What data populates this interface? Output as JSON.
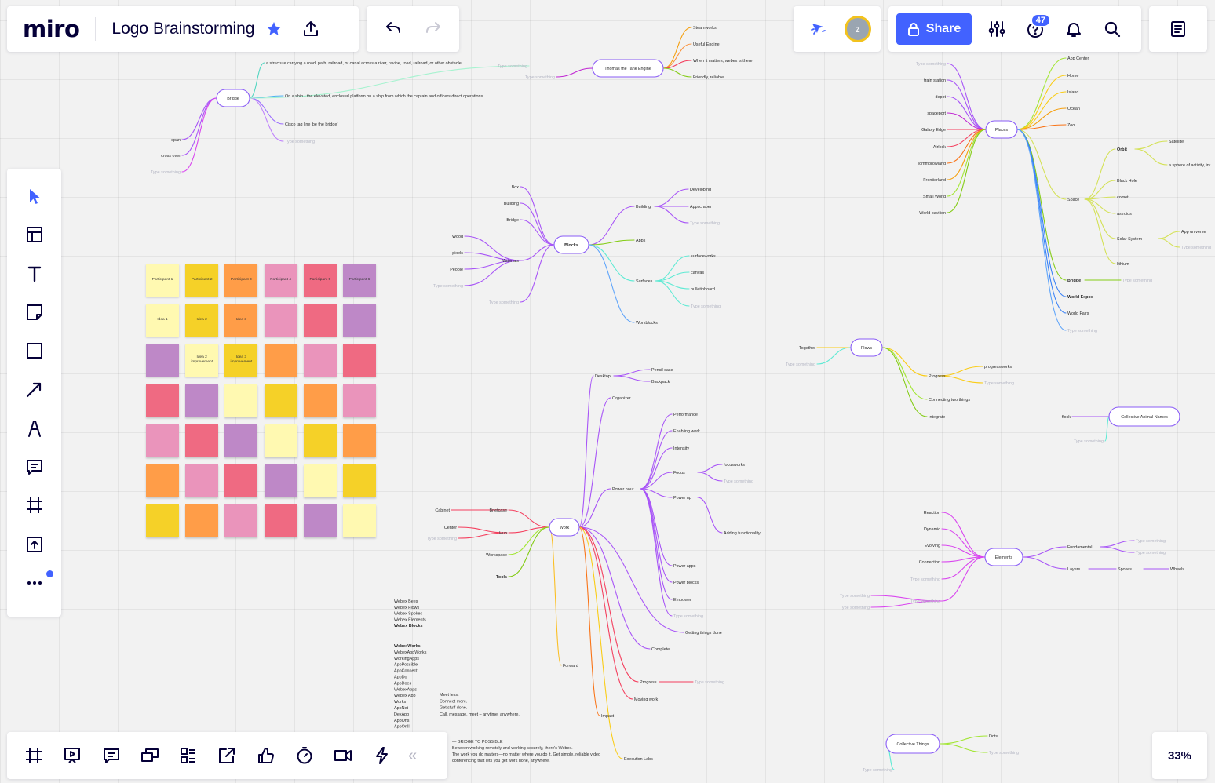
{
  "app": {
    "logo": "miro",
    "board_title": "Logo Brainstorming",
    "share_label": "Share",
    "help_badge": "47",
    "avatar_initial": "z",
    "zoom": "33%",
    "collapse_label": "«"
  },
  "colors": {
    "accent": "#4262ff",
    "avatar_ring": "#f2c21d"
  },
  "top_icons": [
    "star-icon",
    "upload-icon",
    "undo-icon",
    "redo-icon",
    "reactions-icon",
    "settings-sliders-icon",
    "help-icon",
    "bell-icon",
    "search-icon",
    "notes-icon"
  ],
  "left_toolbar": [
    "select-cursor-icon",
    "templates-icon",
    "text-icon",
    "sticky-note-icon",
    "shape-icon",
    "line-icon",
    "pen-icon",
    "comment-icon",
    "frame-icon",
    "upload-tool-icon",
    "more-icon"
  ],
  "bottom_toolbar": [
    "frames-icon",
    "presentation-icon",
    "comments-icon",
    "screen-share-icon",
    "card-list-icon",
    "share-out-icon",
    "voting-icon",
    "timer-icon",
    "video-icon",
    "lightning-icon"
  ],
  "stickies": {
    "colors": [
      "#fff9b1",
      "#f5d128",
      "#ff9d48",
      "#ea94bb",
      "#ef6a82",
      "#be88c7"
    ],
    "rows": [
      [
        {
          "c": 0,
          "t": "Participant 1"
        },
        {
          "c": 1,
          "t": "Participant 2"
        },
        {
          "c": 2,
          "t": "Participant 3"
        },
        {
          "c": 3,
          "t": "Participant 4"
        },
        {
          "c": 4,
          "t": "Participant 5"
        },
        {
          "c": 5,
          "t": "Participant 6"
        }
      ],
      [
        {
          "c": 0,
          "t": "Idea 1"
        },
        {
          "c": 1,
          "t": "Idea 2"
        },
        {
          "c": 2,
          "t": "Idea 3"
        },
        {
          "c": 3,
          "t": ""
        },
        {
          "c": 4,
          "t": ""
        },
        {
          "c": 5,
          "t": ""
        }
      ],
      [
        {
          "c": 5,
          "t": ""
        },
        {
          "c": 0,
          "t": "Idea 2\nimprovement"
        },
        {
          "c": 1,
          "t": "Idea 3\nimprovement"
        },
        {
          "c": 2,
          "t": ""
        },
        {
          "c": 3,
          "t": ""
        },
        {
          "c": 4,
          "t": ""
        }
      ],
      [
        {
          "c": 4,
          "t": ""
        },
        {
          "c": 5,
          "t": ""
        },
        {
          "c": 0,
          "t": ""
        },
        {
          "c": 1,
          "t": ""
        },
        {
          "c": 2,
          "t": ""
        },
        {
          "c": 3,
          "t": ""
        }
      ],
      [
        {
          "c": 3,
          "t": ""
        },
        {
          "c": 4,
          "t": ""
        },
        {
          "c": 5,
          "t": ""
        },
        {
          "c": 0,
          "t": ""
        },
        {
          "c": 1,
          "t": ""
        },
        {
          "c": 2,
          "t": ""
        }
      ],
      [
        {
          "c": 2,
          "t": ""
        },
        {
          "c": 3,
          "t": ""
        },
        {
          "c": 4,
          "t": ""
        },
        {
          "c": 5,
          "t": ""
        },
        {
          "c": 0,
          "t": ""
        },
        {
          "c": 1,
          "t": ""
        }
      ],
      [
        {
          "c": 1,
          "t": ""
        },
        {
          "c": 2,
          "t": ""
        },
        {
          "c": 3,
          "t": ""
        },
        {
          "c": 4,
          "t": ""
        },
        {
          "c": 5,
          "t": ""
        },
        {
          "c": 0,
          "t": ""
        }
      ]
    ]
  },
  "mindmap": {
    "roots": [
      {
        "id": "bridge",
        "label": "Bridge"
      },
      {
        "id": "thomas",
        "label": "Thomas the Tank Engine"
      },
      {
        "id": "places",
        "label": "Places"
      },
      {
        "id": "blocks",
        "label": "Blocks",
        "bold": true
      },
      {
        "id": "flows",
        "label": "Flows"
      },
      {
        "id": "work",
        "label": "Work"
      },
      {
        "id": "elements",
        "label": "Elements"
      },
      {
        "id": "animal",
        "label": "Collective Animal Names"
      },
      {
        "id": "things",
        "label": "Collective Things"
      }
    ],
    "branches": [
      {
        "root": "bridge",
        "color": "#55d6c2",
        "label": "a structure carrying a road, path, railroad, or canal across a river, ravine, road, railroad, or other obstacle."
      },
      {
        "root": "bridge",
        "color": "#4bb0f0",
        "label": "On a ship - the elevated, enclosed platform on a ship from which the captain and officers direct operations."
      },
      {
        "root": "bridge",
        "color": "#9a6bff",
        "label": "Cisco tag line 'be the bridge'"
      },
      {
        "root": "bridge",
        "color": "#c084fc",
        "label": "Type something",
        "ph": true
      },
      {
        "root": "bridge",
        "color": "#a855f7",
        "label": "span"
      },
      {
        "root": "bridge",
        "color": "#a855f7",
        "label": "cross over"
      },
      {
        "root": "bridge",
        "color": "#d946ef",
        "label": "Type something",
        "ph": true
      },
      {
        "root": "bridge",
        "color": "#a7f3d0",
        "label": "Type something",
        "ph": true
      },
      {
        "root": "thomas",
        "color": "#f59e0b",
        "label": "Steamworks"
      },
      {
        "root": "thomas",
        "color": "#fb923c",
        "label": "Useful Engine"
      },
      {
        "root": "thomas",
        "color": "#f43f5e",
        "label": "When it matters, webex is there"
      },
      {
        "root": "thomas",
        "color": "#84cc16",
        "label": "Friendly, reliable"
      },
      {
        "root": "thomas",
        "color": "#c026d3",
        "label": "Type something",
        "ph": true
      },
      {
        "root": "places",
        "color": "#a855f7",
        "label": "Type something",
        "ph": true
      },
      {
        "root": "places",
        "color": "#a855f7",
        "label": "train station"
      },
      {
        "root": "places",
        "color": "#a855f7",
        "label": "depot"
      },
      {
        "root": "places",
        "color": "#c026d3",
        "label": "spaceport"
      },
      {
        "root": "places",
        "color": "#f43f5e",
        "label": "Galaxy Edge"
      },
      {
        "root": "places",
        "color": "#f43f5e",
        "label": "Airlock"
      },
      {
        "root": "places",
        "color": "#f97316",
        "label": "Tommorowland"
      },
      {
        "root": "places",
        "color": "#f59e0b",
        "label": "Frontierland"
      },
      {
        "root": "places",
        "color": "#a3e635",
        "label": "Small World"
      },
      {
        "root": "places",
        "color": "#84cc16",
        "label": "World pavilion"
      },
      {
        "root": "places",
        "color": "#a3e635",
        "label": "App Center"
      },
      {
        "root": "places",
        "color": "#facc15",
        "label": "Home"
      },
      {
        "root": "places",
        "color": "#facc15",
        "label": "Island"
      },
      {
        "root": "places",
        "color": "#f59e0b",
        "label": "Ocean"
      },
      {
        "root": "places",
        "color": "#f97316",
        "label": "Zoo"
      },
      {
        "root": "places",
        "color": "#d4e157",
        "label": "Space"
      },
      {
        "root": "places",
        "color": "#84cc16",
        "label": "Bridge",
        "bold": true
      },
      {
        "root": "places",
        "color": "#3b82f6",
        "label": "World Expos",
        "bold": true
      },
      {
        "root": "places",
        "color": "#3b82f6",
        "label": "World Fairs"
      },
      {
        "root": "places",
        "color": "#60a5fa",
        "label": "Type something",
        "ph": true
      },
      {
        "root": "space",
        "color": "#d4e157",
        "label": "Orbit",
        "bold": true
      },
      {
        "root": "space",
        "color": "#d4e157",
        "label": "Black Hole"
      },
      {
        "root": "space",
        "color": "#d4e157",
        "label": "comet"
      },
      {
        "root": "space",
        "color": "#d4e157",
        "label": "astroids"
      },
      {
        "root": "space",
        "color": "#d4e157",
        "label": "Solar System"
      },
      {
        "root": "space",
        "color": "#d4e157",
        "label": "lithium"
      },
      {
        "root": "orbit",
        "color": "#d4e157",
        "label": "Satellite"
      },
      {
        "root": "orbit",
        "color": "#d4e157",
        "label": "a sphere of activity, int"
      },
      {
        "root": "solar",
        "color": "#d4e157",
        "label": "App universe"
      },
      {
        "root": "solar",
        "color": "#d4e157",
        "label": "Type something",
        "ph": true
      },
      {
        "root": "pbridge",
        "color": "#84cc16",
        "label": "Type something",
        "ph": true
      },
      {
        "root": "blocks",
        "color": "#a855f7",
        "label": "Box"
      },
      {
        "root": "blocks",
        "color": "#a855f7",
        "label": "Building"
      },
      {
        "root": "blocks",
        "color": "#a855f7",
        "label": "Bridge"
      },
      {
        "root": "blocks",
        "color": "#a855f7",
        "label": "Materials"
      },
      {
        "root": "blocks",
        "color": "#a855f7",
        "label": "Type something",
        "ph": true
      },
      {
        "root": "blocks",
        "color": "#a855f7",
        "label": "Building"
      },
      {
        "root": "blocks",
        "color": "#84cc16",
        "label": "Apps"
      },
      {
        "root": "blocks",
        "color": "#5eead4",
        "label": "Surfaces"
      },
      {
        "root": "blocks",
        "color": "#60a5fa",
        "label": "Workblocks"
      },
      {
        "root": "materials",
        "color": "#a855f7",
        "label": "Wood"
      },
      {
        "root": "materials",
        "color": "#a855f7",
        "label": "pixels"
      },
      {
        "root": "materials",
        "color": "#a855f7",
        "label": "People"
      },
      {
        "root": "materials",
        "color": "#a855f7",
        "label": "Type something",
        "ph": true
      },
      {
        "root": "building",
        "color": "#a855f7",
        "label": "Developing"
      },
      {
        "root": "building",
        "color": "#a855f7",
        "label": "Appscraper"
      },
      {
        "root": "building",
        "color": "#a855f7",
        "label": "Type something",
        "ph": true
      },
      {
        "root": "surfaces",
        "color": "#5eead4",
        "label": "surfaceworks"
      },
      {
        "root": "surfaces",
        "color": "#5eead4",
        "label": "canvas"
      },
      {
        "root": "surfaces",
        "color": "#5eead4",
        "label": "bulletinboard"
      },
      {
        "root": "surfaces",
        "color": "#5eead4",
        "label": "Type something",
        "ph": true
      },
      {
        "root": "flows",
        "color": "#facc15",
        "label": "Together"
      },
      {
        "root": "flows",
        "color": "#5eead4",
        "label": "Type something",
        "ph": true
      },
      {
        "root": "flows",
        "color": "#facc15",
        "label": "Progress"
      },
      {
        "root": "flows",
        "color": "#a3e635",
        "label": "Connecting two things"
      },
      {
        "root": "flows",
        "color": "#84cc16",
        "label": "Integrate"
      },
      {
        "root": "progress",
        "color": "#facc15",
        "label": "progressworks"
      },
      {
        "root": "progress",
        "color": "#facc15",
        "label": "Type something",
        "ph": true
      },
      {
        "root": "animal",
        "color": "#a855f7",
        "label": "flock"
      },
      {
        "root": "animal",
        "color": "#5eead4",
        "label": "Type something",
        "ph": true
      },
      {
        "root": "work",
        "color": "#a855f7",
        "label": "Desktop"
      },
      {
        "root": "work",
        "color": "#a855f7",
        "label": "Organizer"
      },
      {
        "root": "work",
        "color": "#a855f7",
        "label": "Power hour"
      },
      {
        "root": "work",
        "color": "#f43f5e",
        "label": "Briefcase"
      },
      {
        "root": "work",
        "color": "#f43f5e",
        "label": "Hub"
      },
      {
        "root": "work",
        "color": "#a3e635",
        "label": "Workspace"
      },
      {
        "root": "work",
        "color": "#84cc16",
        "label": "Tools",
        "bold": true
      },
      {
        "root": "work",
        "color": "#a855f7",
        "label": "Getting things done"
      },
      {
        "root": "work",
        "color": "#a855f7",
        "label": "Complete"
      },
      {
        "root": "work",
        "color": "#fbbf24",
        "label": "Forward"
      },
      {
        "root": "work",
        "color": "#f43f5e",
        "label": "Progress"
      },
      {
        "root": "work",
        "color": "#f43f5e",
        "label": "Moving work"
      },
      {
        "root": "work",
        "color": "#f97316",
        "label": "Impact"
      },
      {
        "root": "work",
        "color": "#facc15",
        "label": "Execution Labs"
      },
      {
        "root": "desktop",
        "color": "#a855f7",
        "label": "Pencil case"
      },
      {
        "root": "desktop",
        "color": "#a855f7",
        "label": "Backpack"
      },
      {
        "root": "power",
        "color": "#a855f7",
        "label": "Performance"
      },
      {
        "root": "power",
        "color": "#a855f7",
        "label": "Enabling work"
      },
      {
        "root": "power",
        "color": "#a855f7",
        "label": "Intensity"
      },
      {
        "root": "power",
        "color": "#a855f7",
        "label": "Focus"
      },
      {
        "root": "power",
        "color": "#a855f7",
        "label": "Power up"
      },
      {
        "root": "power",
        "color": "#a855f7",
        "label": "Power apps"
      },
      {
        "root": "power",
        "color": "#a855f7",
        "label": "Power blocks"
      },
      {
        "root": "power",
        "color": "#a855f7",
        "label": "Empower"
      },
      {
        "root": "power",
        "color": "#a855f7",
        "label": "Type something",
        "ph": true
      },
      {
        "root": "focus",
        "color": "#a855f7",
        "label": "focusworks"
      },
      {
        "root": "focus",
        "color": "#a855f7",
        "label": "Type something",
        "ph": true
      },
      {
        "root": "powerup",
        "color": "#a855f7",
        "label": "Adding functionality"
      },
      {
        "root": "brief",
        "color": "#f43f5e",
        "label": "Cabinet"
      },
      {
        "root": "hub",
        "color": "#f43f5e",
        "label": "Center"
      },
      {
        "root": "hub",
        "color": "#f43f5e",
        "label": "Type something",
        "ph": true
      },
      {
        "root": "wprogress",
        "color": "#f43f5e",
        "label": "Type something",
        "ph": true
      },
      {
        "root": "elements",
        "color": "#d946ef",
        "label": "Reaction"
      },
      {
        "root": "elements",
        "color": "#d946ef",
        "label": "Dynamic"
      },
      {
        "root": "elements",
        "color": "#d946ef",
        "label": "Evolving"
      },
      {
        "root": "elements",
        "color": "#d946ef",
        "label": "Connection"
      },
      {
        "root": "elements",
        "color": "#d946ef",
        "label": "Type something",
        "ph": true
      },
      {
        "root": "elements",
        "color": "#d946ef",
        "label": "Type something",
        "ph": true
      },
      {
        "root": "elements",
        "color": "#a855f7",
        "label": "Fundamental"
      },
      {
        "root": "elements",
        "color": "#a855f7",
        "label": "Layers"
      },
      {
        "root": "fund",
        "color": "#a855f7",
        "label": "Type something",
        "ph": true
      },
      {
        "root": "fund",
        "color": "#a855f7",
        "label": "Type something",
        "ph": true
      },
      {
        "root": "layers",
        "color": "#a855f7",
        "label": "Spokes"
      },
      {
        "root": "spokes",
        "color": "#a855f7",
        "label": "Wheels"
      },
      {
        "root": "etype",
        "color": "#d946ef",
        "label": "Type something",
        "ph": true
      },
      {
        "root": "etype",
        "color": "#d946ef",
        "label": "Type something",
        "ph": true
      },
      {
        "root": "things",
        "color": "#a3e635",
        "label": "Dots"
      },
      {
        "root": "things",
        "color": "#a3e635",
        "label": "Type something",
        "ph": true
      },
      {
        "root": "things",
        "color": "#5eead4",
        "label": "Type something",
        "ph": true
      }
    ],
    "text_blocks": [
      {
        "id": "webex-list",
        "lines": [
          "Webex Bees",
          "Webex Flows",
          "Webex Spokes",
          "Webex Elements",
          "Webex Blocks"
        ],
        "bold_last": true
      },
      {
        "id": "webexworks-list",
        "lines": [
          "WebexWorks",
          "WebexAppWorks",
          "WorkingApps",
          "AppPossible",
          "AppConnect",
          "AppDo",
          "AppDoes",
          "WebexApps",
          "Webex App",
          "Works",
          "AppNet",
          "DexApp",
          "AppOns",
          "AppOn!!"
        ],
        "bold_first": true
      },
      {
        "id": "meet-less",
        "lines": [
          "Meet less.",
          "Connect more.",
          "Get stuff done.",
          "Call, message, meet – anytime, anywhere."
        ]
      },
      {
        "id": "bridge-to-possible",
        "lines": [
          "— BRIDGE TO POSSIBLE",
          "Between working remotely and working securely, there's Webex.",
          "The work you do matters—no matter where you do it. Get simple, reliable video",
          "conferencing that lets you get work done, anywhere."
        ]
      }
    ]
  }
}
